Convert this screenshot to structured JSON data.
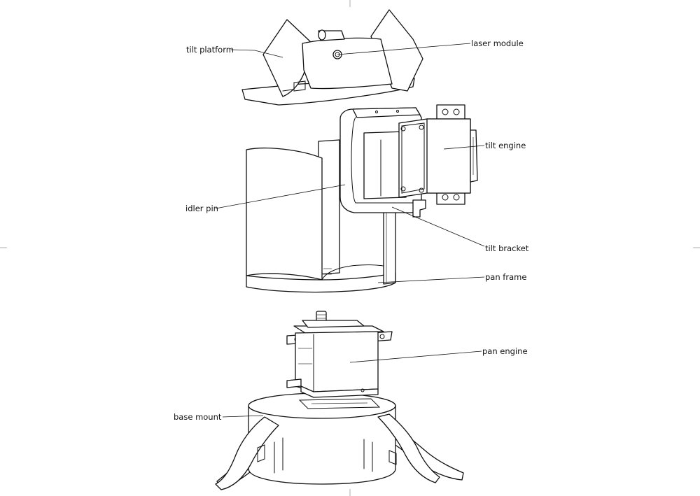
{
  "labels": {
    "tilt_platform": "tilt platform",
    "laser_module": "laser module",
    "tilt_engine": "tilt engine",
    "idler_pin": "idler pin",
    "tilt_bracket": "tilt bracket",
    "pan_frame": "pan frame",
    "pan_engine": "pan engine",
    "base_mount": "base mount"
  },
  "colors": {
    "line": "#111111",
    "background": "#ffffff"
  }
}
